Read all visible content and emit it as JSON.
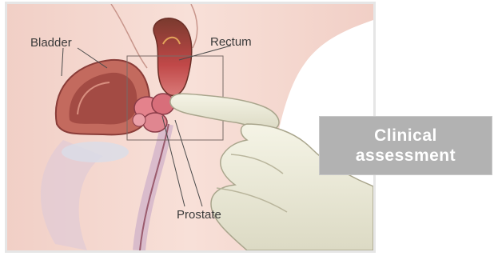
{
  "labels": {
    "bladder": "Bladder",
    "rectum": "Rectum",
    "prostate": "Prostate"
  },
  "callout": {
    "line1": "Clinical",
    "line2": "assessment"
  },
  "colors": {
    "skin": "#f6dcd4",
    "organ": "#c9606a",
    "glove": "#eeeddc",
    "callout_bg": "#b2b2b2"
  }
}
